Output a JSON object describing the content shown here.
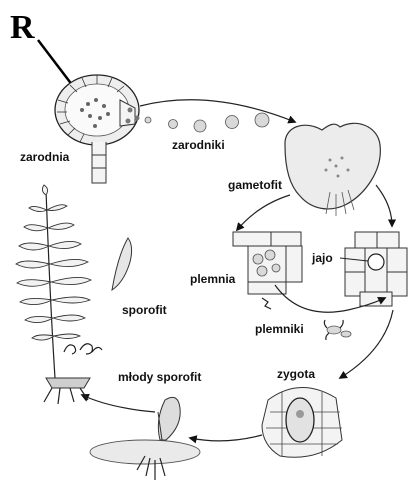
{
  "marker_letter": "R",
  "labels": {
    "sporangium": "zarodnia",
    "spores": "zarodniki",
    "gametophyte": "gametofit",
    "antheridium": "plemnia",
    "egg": "jajo",
    "sperm": "plemniki",
    "sporophyte": "sporofit",
    "young_sporophyte": "młody sporofit",
    "zygote": "zygota"
  }
}
